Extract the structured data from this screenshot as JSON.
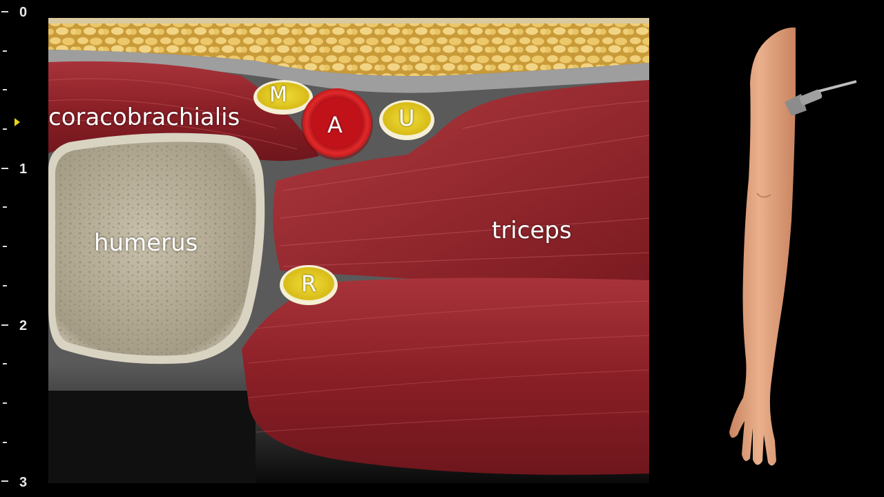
{
  "depth_scale": {
    "labels": [
      "0",
      "1",
      "2",
      "3"
    ],
    "unit_marker_color": "#e8d21a"
  },
  "structures": {
    "fat_layer": "subcutaneous-fat",
    "muscle_a": "coracobrachialis",
    "muscle_b": "triceps",
    "bone": "humerus",
    "nerve_m": "M",
    "artery": "A",
    "nerve_u": "U",
    "nerve_r": "R"
  },
  "colors": {
    "muscle": "#8e1f25",
    "muscle_light": "#b2363a",
    "fat": "#e6c35a",
    "nerve": "#e8cf25",
    "artery": "#c8141a",
    "bone": "#b9b09a",
    "fascia": "#a5a5a5",
    "skin": "#e2a680"
  },
  "icons": {
    "probe": "ultrasound-probe-icon",
    "arm": "arm-illustration"
  }
}
